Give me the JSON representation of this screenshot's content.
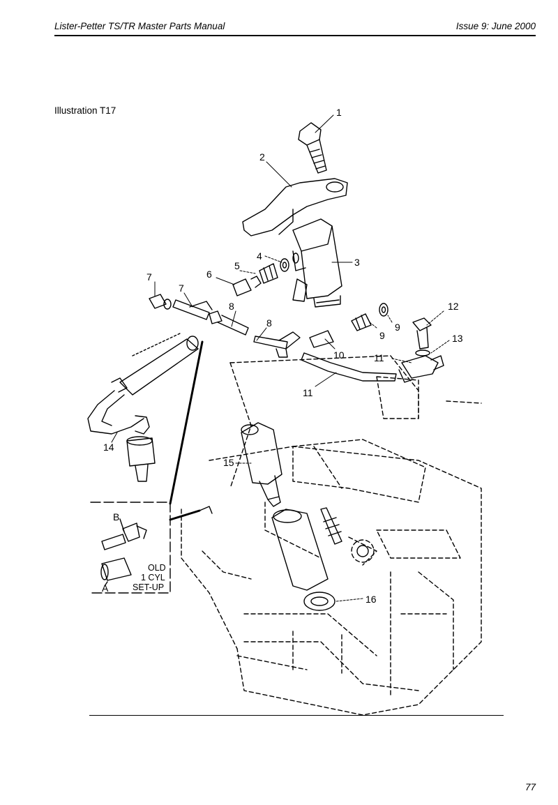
{
  "header": {
    "manual_title": "Lister-Petter TS/TR Master Parts Manual",
    "issue": "Issue 9: June 2000"
  },
  "illustration": {
    "title": "Illustration T17",
    "callouts": [
      "1",
      "2",
      "3",
      "4",
      "5",
      "6",
      "7",
      "7",
      "8",
      "8",
      "9",
      "9",
      "10",
      "11",
      "11",
      "12",
      "13",
      "14",
      "15",
      "16"
    ],
    "inset": {
      "label_a": "A",
      "label_b": "B",
      "text_line1": "OLD",
      "text_line2": "1 CYL",
      "text_line3": "SET-UP"
    }
  },
  "footer": {
    "page_number": "77"
  }
}
